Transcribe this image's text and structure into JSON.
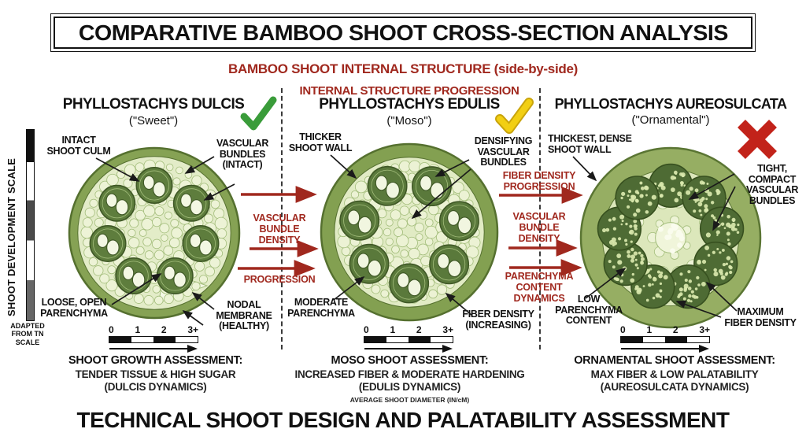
{
  "title": "COMPARATIVE BAMBOO SHOOT CROSS-SECTION ANALYSIS",
  "subtitle": "BAMBOO SHOOT INTERNAL STRUCTURE (side-by-side)",
  "progression_heading": "INTERNAL STRUCTURE PROGRESSION",
  "footer_title": "TECHNICAL SHOOT DESIGN AND PALATABILITY ASSESSMENT",
  "left_scale": {
    "label": "SHOOT DEVELOPMENT SCALE",
    "note": "ADAPTED\nFROM TN\nSCALE"
  },
  "diameter_note": "AVERAGE SHOOT DIAMETER (IN/cM)",
  "scale_ticks": [
    "0",
    "1",
    "2",
    "3+"
  ],
  "colors": {
    "accent_red": "#A0281E",
    "check_green": "#3A9C3A",
    "check_yellow": "#F2CF13",
    "check_yellow_edge": "#C9A40B",
    "x_red": "#C2231A",
    "ink": "#1a1a1a"
  },
  "species": [
    {
      "name": "PHYLLOSTACHYS DULCIS",
      "common": "(\"Sweet\")",
      "verdict_icon": "green-check",
      "labels": {
        "top_left": "INTACT\nSHOOT CULM",
        "top_right": "VASCULAR\nBUNDLES\n(INTACT)",
        "bottom_left": "LOOSE, OPEN\nPARENCHYMA",
        "bottom_right": "NODAL\nMEMBRANE\n(HEALTHY)"
      },
      "assessment": {
        "heading": "SHOOT GROWTH ASSESSMENT:",
        "line1": "TENDER TISSUE & HIGH SUGAR",
        "line2": "(DULCIS DYNAMICS)"
      },
      "cross_section": {
        "bundle_count": 7,
        "wall_ratio": 0.1,
        "ring_ratio": 0.56,
        "bundle_ratio": 0.21,
        "style": "ovals",
        "cell_rings": 6,
        "angle_offset": -90,
        "has_nodal_wedge": true,
        "rim": "#86A254",
        "rim_edge": "#55702F",
        "interior": "#E3ECC8",
        "cell_fill": "#EDF3D6",
        "cell_stroke": "#A3BD7B",
        "bundle_fill": "#5E7D3D",
        "bundle_edge": "#3F5826",
        "oval": "#F3F7E3"
      }
    },
    {
      "name": "PHYLLOSTACHYS EDULIS",
      "common": "(\"Moso\")",
      "verdict_icon": "yellow-check",
      "labels": {
        "top_left": "THICKER\nSHOOT WALL",
        "top_right": "DENSIFYING\nVASCULAR\nBUNDLES",
        "bottom_left": "MODERATE\nPARENCHYMA",
        "bottom_right": "FIBER DENSITY\n(INCREASING)"
      },
      "assessment": {
        "heading": "MOSO SHOOT ASSESSMENT:",
        "line1": "INCREASED FIBER & MODERATE HARDENING",
        "line2": "(EDULIS DYNAMICS)"
      },
      "cross_section": {
        "bundle_count": 7,
        "wall_ratio": 0.15,
        "ring_ratio": 0.58,
        "bundle_ratio": 0.22,
        "style": "ovals",
        "cell_rings": 6,
        "angle_offset": -64,
        "has_nodal_wedge": false,
        "rim": "#83A051",
        "rim_edge": "#55702F",
        "interior": "#E1EBC4",
        "cell_fill": "#ECF2D4",
        "cell_stroke": "#A3BD7B",
        "bundle_fill": "#5A793B",
        "bundle_edge": "#3F5826",
        "oval": "#F1F6E0"
      }
    },
    {
      "name": "PHYLLOSTACHYS AUREOSULCATA",
      "common": "(\"Ornamental\")",
      "verdict_icon": "red-x",
      "labels": {
        "top_left": "THICKEST, DENSE\nSHOOT WALL",
        "top_right": "TIGHT,\nCOMPACT\nVASCULAR\nBUNDLES",
        "bottom_left": "LOW\nPARENCHYMA\nCONTENT",
        "bottom_right": "MAXIMUM\nFIBER DENSITY"
      },
      "assessment": {
        "heading": "ORNAMENTAL SHOOT ASSESSMENT:",
        "line1": "MAX FIBER & LOW PALATABILITY",
        "line2": "(AUREOSULCATA DYNAMICS)"
      },
      "cross_section": {
        "bundle_count": 9,
        "wall_ratio": 0.24,
        "ring_ratio": 0.58,
        "bundle_ratio": 0.24,
        "style": "speckled",
        "cell_rings": 3,
        "angle_offset": -90,
        "has_nodal_wedge": false,
        "rim": "#96AE63",
        "rim_edge": "#5A7533",
        "interior": "#DCE7BB",
        "cell_fill": "#EDF3D6",
        "cell_stroke": "#A3BD7B",
        "bundle_fill": "#4E6B34",
        "bundle_edge": "#37501F",
        "oval": "#D9E8AC"
      }
    }
  ],
  "flow": [
    {
      "mid": "VASCULAR\nBUNDLE\nDENSITY",
      "bottom": "PROGRESSION"
    },
    {
      "top": "FIBER DENSITY\nPROGRESSION",
      "mid": "VASCULAR\nBUNDLE\nDENSITY",
      "bottom": "PARENCHYMA\nCONTENT\nDYNAMICS"
    }
  ]
}
